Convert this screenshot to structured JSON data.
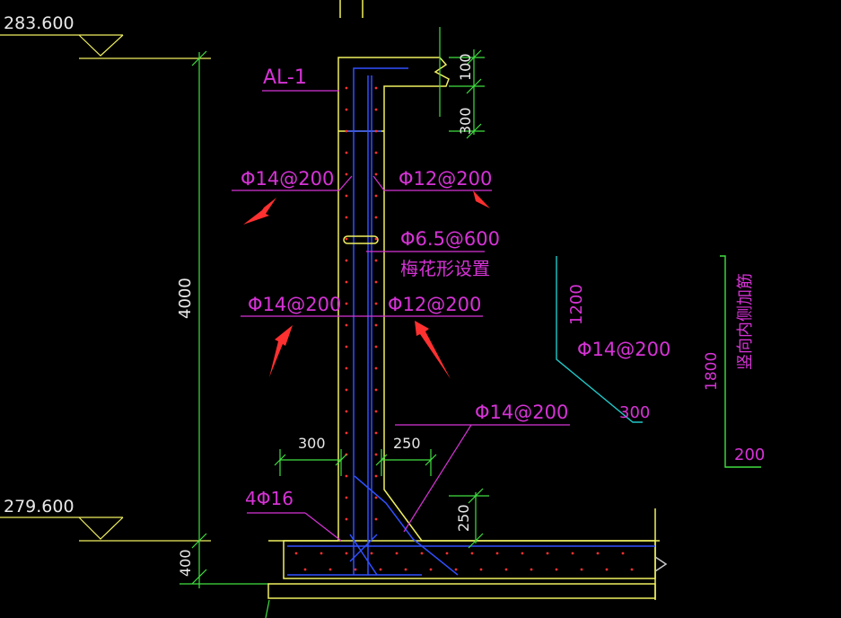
{
  "elevations": {
    "top": "283.600",
    "bottom": "279.600"
  },
  "dimensions": {
    "height_total": "4000",
    "height_base": "400",
    "top_100": "100",
    "top_300": "300",
    "base_left_300": "300",
    "base_right_250": "250",
    "haunch_250": "250",
    "detail1_1200": "1200",
    "detail1_300": "300",
    "detail2_1800": "1800",
    "detail2_200": "200"
  },
  "labels": {
    "beam": "AL-1",
    "rebar_left_upper": "Φ14@200",
    "rebar_right_upper": "Φ12@200",
    "tie": "Φ6.5@600",
    "tie_note": "梅花形设置",
    "rebar_left_lower": "Φ14@200",
    "rebar_right_lower": "Φ12@200",
    "rebar_haunch": "Φ14@200",
    "base_bars": "4Φ16",
    "detail1_bar": "Φ14@200",
    "detail2_note": "竖向内侧加筋"
  },
  "colors": {
    "background": "#000000",
    "concrete": "#f0f060",
    "rebar": "#3050ff",
    "dimension": "#40e040",
    "annotation": "#d633d6",
    "detail1": "#20c8c8",
    "arrow": "#ff3030",
    "text": "#e8e8e8"
  }
}
